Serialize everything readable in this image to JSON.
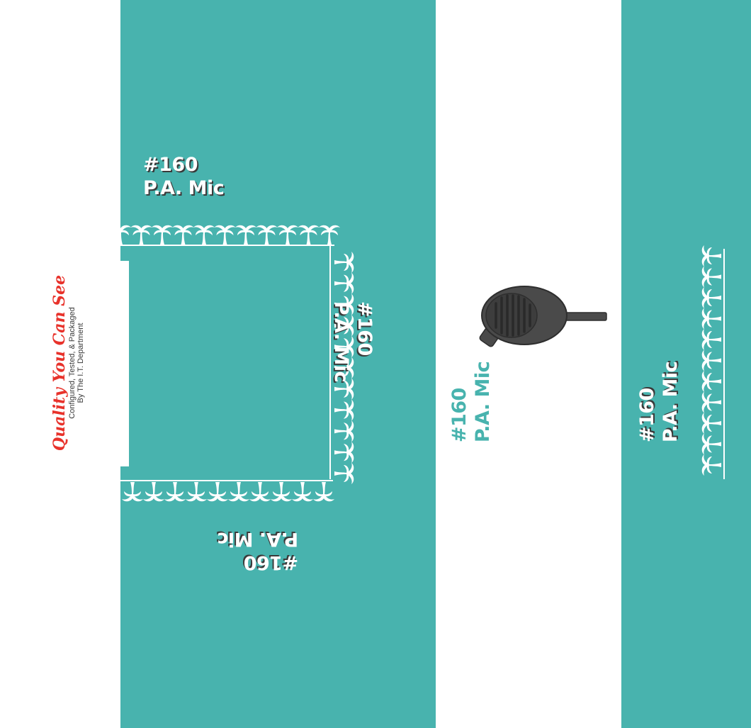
{
  "colors": {
    "teal": "#48b3ae",
    "white": "#ffffff",
    "accent_red": "#e8322b",
    "mic_gray": "#4a4a4a"
  },
  "product": {
    "number": "#160",
    "name": "P.A. Mic"
  },
  "tagline": {
    "script": "Quality You Can See",
    "line1": "Configured, Tested, & Packaged",
    "line2": "By The I.T. Department"
  },
  "icons": {
    "palm_tree": "palm-tree-icon",
    "microphone": "microphone-icon"
  }
}
